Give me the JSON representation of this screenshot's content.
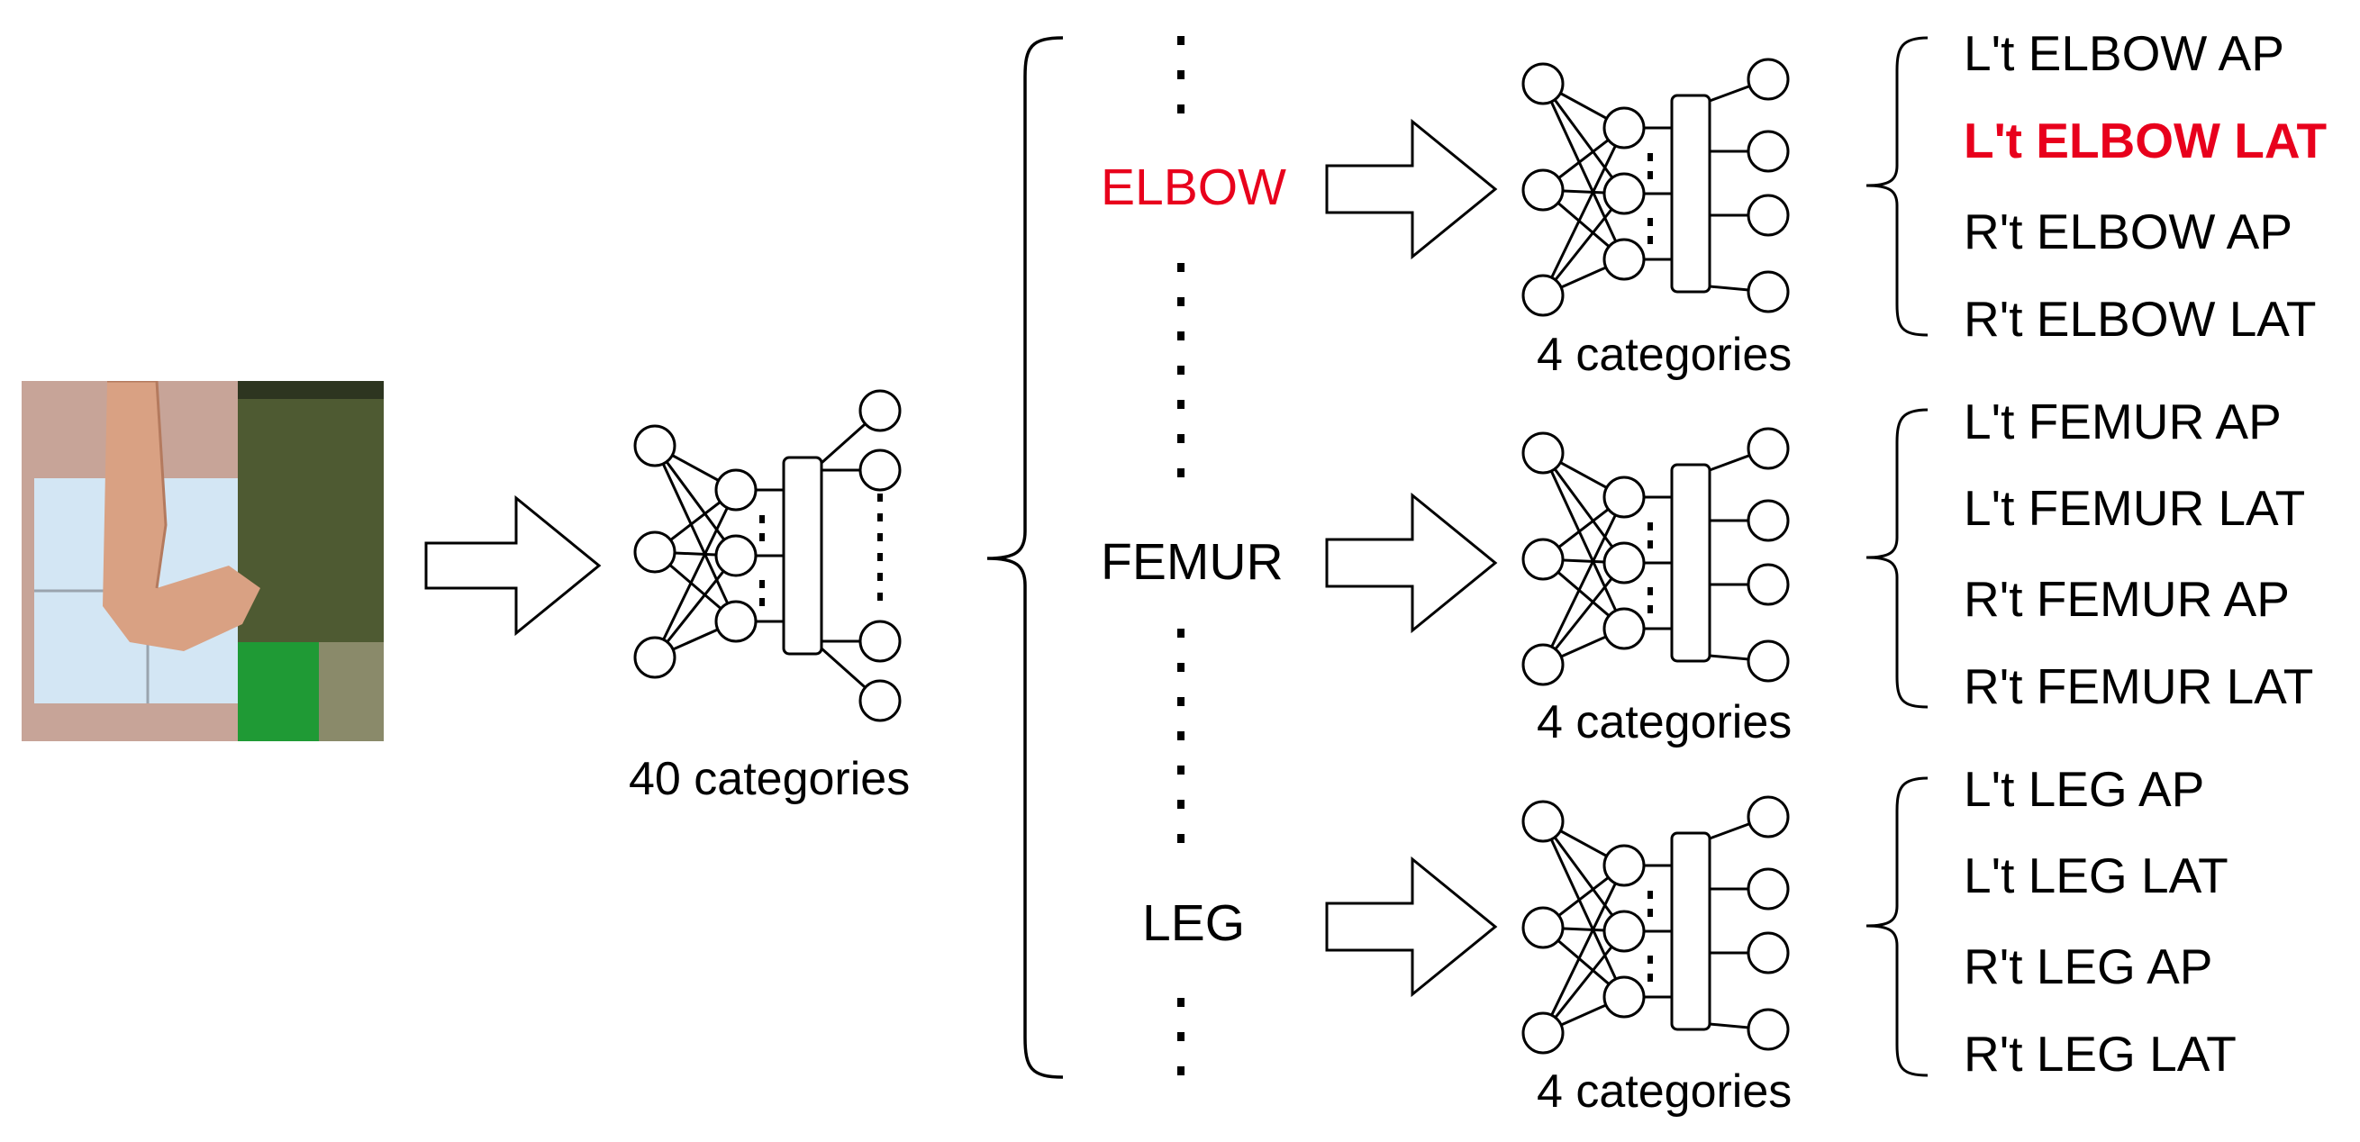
{
  "colors": {
    "highlight": "#e8001c",
    "stroke": "#000000"
  },
  "input_photo": {
    "icon": "arm-xray-photo",
    "colors": {
      "wall": "#c7a498",
      "window": "#d3e6f4",
      "skin": "#d9a183",
      "shirt": "#4e5a32",
      "green_panel": "#1f9a35"
    }
  },
  "main_network": {
    "label": "40 categories"
  },
  "regions": [
    {
      "name": "ELBOW",
      "highlighted": true,
      "network_label": "4 categories",
      "outputs": [
        {
          "label": "L't ELBOW AP",
          "highlighted": false
        },
        {
          "label": "L't ELBOW LAT",
          "highlighted": true
        },
        {
          "label": "R't ELBOW AP",
          "highlighted": false
        },
        {
          "label": "R't ELBOW LAT",
          "highlighted": false
        }
      ]
    },
    {
      "name": "FEMUR",
      "highlighted": false,
      "network_label": "4 categories",
      "outputs": [
        {
          "label": "L't FEMUR AP",
          "highlighted": false
        },
        {
          "label": "L't FEMUR LAT",
          "highlighted": false
        },
        {
          "label": "R't FEMUR AP",
          "highlighted": false
        },
        {
          "label": "R't FEMUR LAT",
          "highlighted": false
        }
      ]
    },
    {
      "name": "LEG",
      "highlighted": false,
      "network_label": "4 categories",
      "outputs": [
        {
          "label": "L't LEG AP",
          "highlighted": false
        },
        {
          "label": "L't LEG LAT",
          "highlighted": false
        },
        {
          "label": "R't LEG AP",
          "highlighted": false
        },
        {
          "label": "R't LEG LAT",
          "highlighted": false
        }
      ]
    }
  ]
}
